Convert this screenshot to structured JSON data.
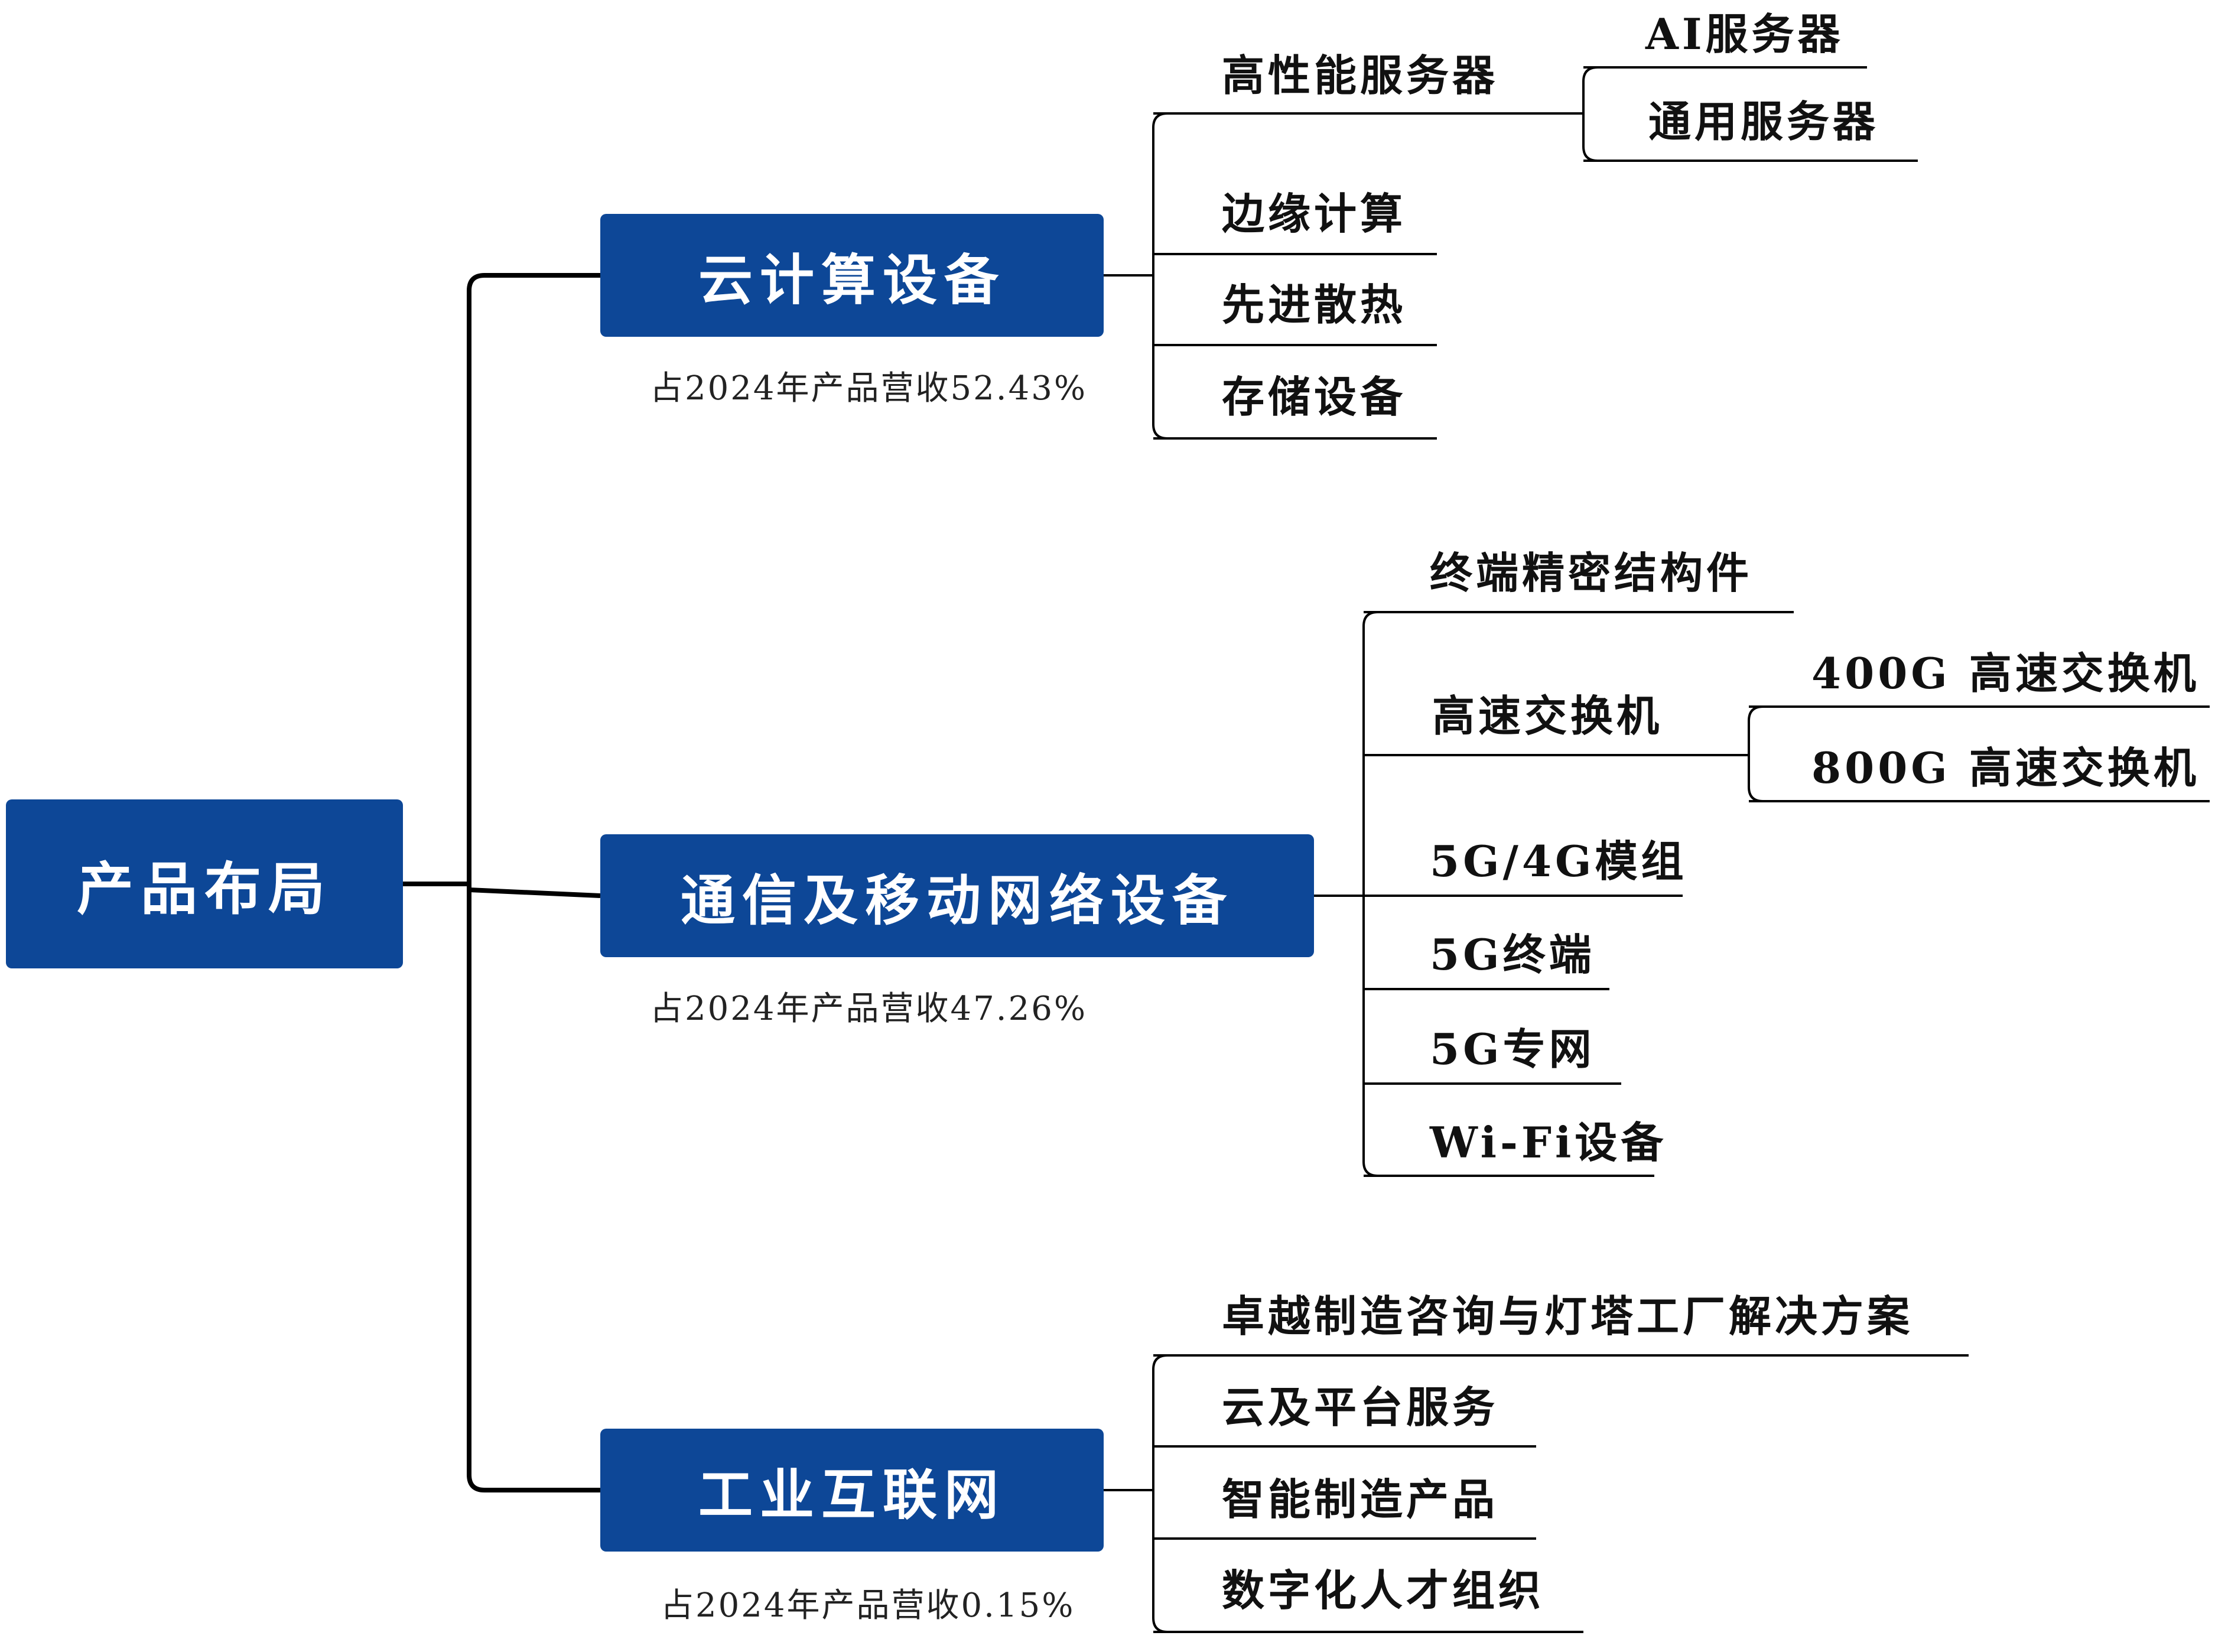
{
  "root": {
    "label": "产品布局"
  },
  "categories": [
    {
      "label": "云计算设备",
      "share_note": "占2024年产品营收52.43%",
      "items": [
        {
          "label": "高性能服务器",
          "children": [
            "AI服务器",
            "通用服务器"
          ]
        },
        {
          "label": "边缘计算"
        },
        {
          "label": "先进散热"
        },
        {
          "label": "存储设备"
        }
      ]
    },
    {
      "label": "通信及移动网络设备",
      "share_note": "占2024年产品营收47.26%",
      "items": [
        {
          "label": "终端精密结构件"
        },
        {
          "label": "高速交换机",
          "children": [
            "400G 高速交换机",
            "800G 高速交换机"
          ]
        },
        {
          "label": "5G/4G模组"
        },
        {
          "label": "5G终端"
        },
        {
          "label": "5G专网"
        },
        {
          "label": "Wi-Fi设备"
        }
      ]
    },
    {
      "label": "工业互联网",
      "share_note": "占2024年产品营收0.15%",
      "items": [
        {
          "label": "卓越制造咨询与灯塔工厂解决方案"
        },
        {
          "label": "云及平台服务"
        },
        {
          "label": "智能制造产品"
        },
        {
          "label": "数字化人才组织"
        }
      ]
    }
  ],
  "colors": {
    "box": "#0d4797",
    "line": "#000000"
  }
}
